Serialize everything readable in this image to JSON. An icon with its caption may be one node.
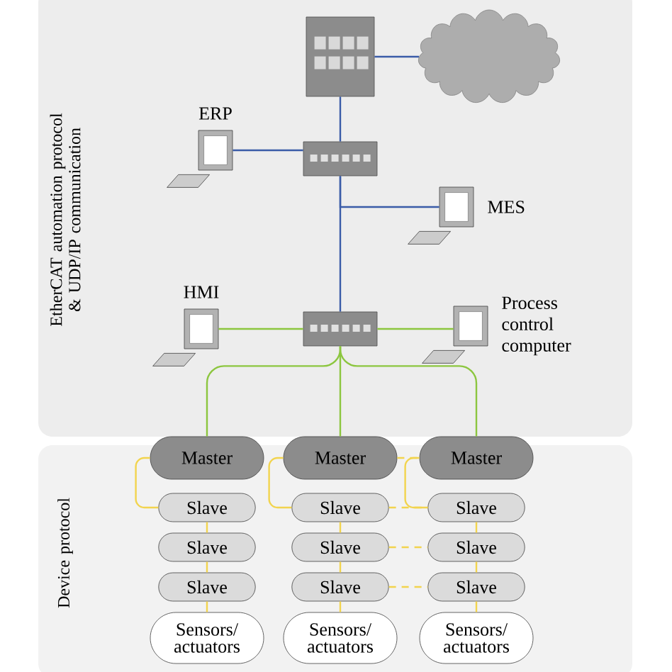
{
  "diagram": {
    "nodes": [
      {
        "text": [
          "EtherCAT automation protocol & UDP/IP communication"
        ]
      },
      {
        "text": [
          "Device protocol"
        ]
      },
      {
        "text": [],
        "shape": "picture",
        "in": 0
      },
      {
        "text": [],
        "shape": "cloud",
        "in": 0
      },
      {
        "text": [
          "ERP"
        ],
        "in": 0
      },
      {
        "text": [],
        "shape": "picture",
        "in": 0
      },
      {
        "text": [
          "MES"
        ],
        "in": 0
      },
      {
        "text": [
          "HMI"
        ],
        "in": 0
      },
      {
        "text": [],
        "shape": "picture",
        "in": 0
      },
      {
        "text": [
          "Process control computer"
        ],
        "in": 0
      },
      {
        "text": [
          "Master"
        ]
      },
      {
        "text": [
          "Master"
        ]
      },
      {
        "text": [
          "Master"
        ]
      },
      {
        "text": [
          "Slave"
        ],
        "in": 1
      },
      {
        "text": [
          "Slave"
        ],
        "in": 1
      },
      {
        "text": [
          "Slave"
        ],
        "in": 1
      },
      {
        "text": [
          "Slave"
        ],
        "in": 1
      },
      {
        "text": [
          "Slave"
        ],
        "in": 1
      },
      {
        "text": [
          "Slave"
        ],
        "in": 1
      },
      {
        "text": [
          "Slave"
        ],
        "in": 1
      },
      {
        "text": [
          "Slave"
        ],
        "in": 1
      },
      {
        "text": [
          "Slave"
        ],
        "in": 1
      },
      {
        "text": [
          "Sensors/ actuators"
        ],
        "in": 1
      },
      {
        "text": [
          "Sensors/ actuators"
        ],
        "in": 1
      },
      {
        "text": [
          "Sensors/ actuators"
        ],
        "in": 1
      }
    ],
    "edges": [
      {
        "from": 2,
        "to": 3,
        "arrow": "none",
        "color": "#3a5ca8"
      },
      {
        "from": 2,
        "to": 5,
        "arrow": "none",
        "color": "#3a5ca8"
      },
      {
        "from": 4,
        "to": 5,
        "arrow": "none",
        "color": "#3a5ca8"
      },
      {
        "from": 5,
        "to": 6,
        "arrow": "none",
        "color": "#3a5ca8"
      },
      {
        "from": 5,
        "to": 8,
        "arrow": "none",
        "color": "#3a5ca8"
      },
      {
        "from": 7,
        "to": 8,
        "arrow": "none",
        "color": "#8cc63f"
      },
      {
        "from": 8,
        "to": 9,
        "arrow": "none",
        "color": "#8cc63f"
      },
      {
        "from": 8,
        "to": 10,
        "arrow": "none",
        "color": "#8cc63f"
      },
      {
        "from": 8,
        "to": 11,
        "arrow": "none",
        "color": "#8cc63f"
      },
      {
        "from": 8,
        "to": 12,
        "arrow": "none",
        "color": "#8cc63f"
      },
      {
        "from": 10,
        "to": 13,
        "arrow": "none"
      },
      {
        "from": 11,
        "to": 16,
        "arrow": "none"
      },
      {
        "from": 12,
        "to": 19,
        "arrow": "none"
      },
      {
        "from": 13,
        "to": 14,
        "arrow": "none"
      },
      {
        "from": 14,
        "to": 15,
        "arrow": "none"
      },
      {
        "from": 16,
        "to": 17,
        "arrow": "none"
      },
      {
        "from": 17,
        "to": 18,
        "arrow": "none"
      },
      {
        "from": 19,
        "to": 20,
        "arrow": "none"
      },
      {
        "from": 20,
        "to": 21,
        "arrow": "none"
      },
      {
        "from": 15,
        "to": 22,
        "arrow": "none"
      },
      {
        "from": 18,
        "to": 23,
        "arrow": "none"
      },
      {
        "from": 21,
        "to": 24,
        "arrow": "none"
      },
      {
        "from": 11,
        "to": 12,
        "arrow": "none",
        "style": "dashed"
      },
      {
        "from": 16,
        "to": 19,
        "arrow": "none",
        "style": "dashed"
      },
      {
        "from": 17,
        "to": 20,
        "arrow": "none",
        "style": "dashed"
      },
      {
        "from": 18,
        "to": 21,
        "arrow": "none",
        "style": "dashed"
      }
    ]
  }
}
